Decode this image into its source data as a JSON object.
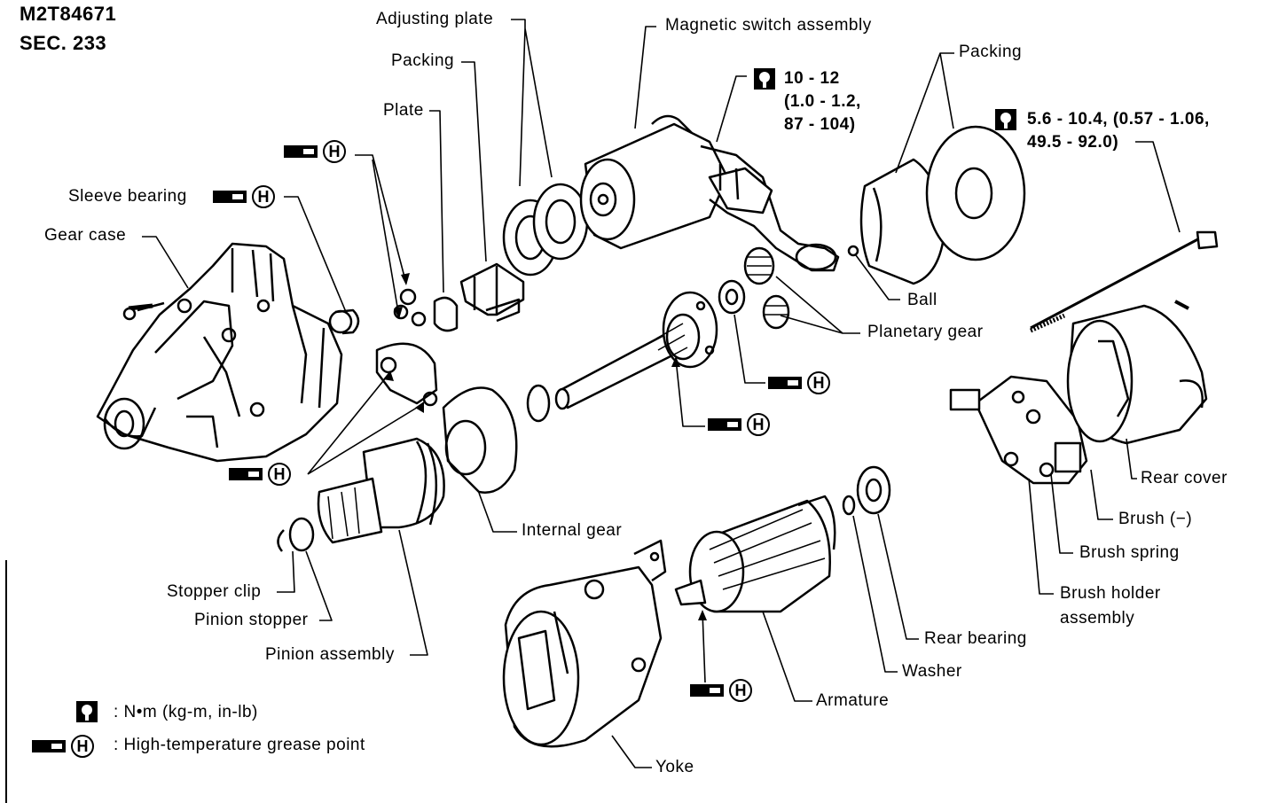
{
  "header": {
    "code": "M2T84671",
    "section": "SEC. 233"
  },
  "labels": {
    "adjusting_plate": "Adjusting plate",
    "magnetic_switch": "Magnetic switch assembly",
    "packing_top": "Packing",
    "packing_left": "Packing",
    "plate": "Plate",
    "sleeve_bearing": "Sleeve bearing",
    "gear_case": "Gear case",
    "ball": "Ball",
    "planetary_gear": "Planetary gear",
    "rear_cover": "Rear cover",
    "brush_minus": "Brush (−)",
    "brush_spring": "Brush spring",
    "brush_holder_1": "Brush holder",
    "brush_holder_2": "assembly",
    "internal_gear": "Internal gear",
    "stopper_clip": "Stopper clip",
    "pinion_stopper": "Pinion stopper",
    "pinion_assembly": "Pinion assembly",
    "rear_bearing": "Rear bearing",
    "washer": "Washer",
    "armature": "Armature",
    "yoke": "Yoke"
  },
  "torque": {
    "magnetic_line1": "10 - 12",
    "magnetic_line2": "(1.0 - 1.2,",
    "magnetic_line3": "87 - 104)",
    "bolt_line1": "5.6 - 10.4, (0.57 - 1.06,",
    "bolt_line2": "49.5 - 92.0)"
  },
  "grease_symbol_letter": "H",
  "legend": {
    "torque_text": ": N•m (kg-m, in-lb)",
    "grease_text": ": High-temperature grease point"
  }
}
